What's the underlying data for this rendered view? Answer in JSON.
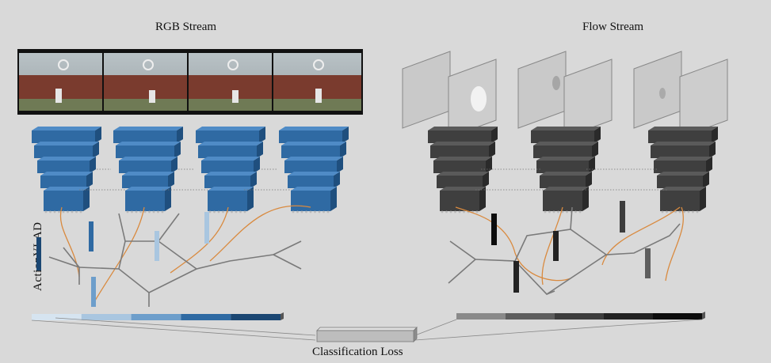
{
  "rgb_stream": {
    "title": "RGB Stream",
    "color_dark": "#1f4f7e",
    "color_mid": "#2f6aa3",
    "color_light": "#4f8bc6",
    "frame_count": 4,
    "network_count": 4,
    "descriptor_bar_colors": [
      "#d6e4f0",
      "#a9c6e0",
      "#6d9ecb",
      "#2f6aa3",
      "#1b4773"
    ]
  },
  "flow_stream": {
    "title": "Flow Stream",
    "color_dark": "#2a2a2a",
    "color_mid": "#3f3f3f",
    "color_light": "#5a5a5a",
    "flow_pair_count": 3,
    "network_count": 3,
    "descriptor_bar_colors": [
      "#8a8a8a",
      "#5e5e5e",
      "#3d3d3d",
      "#222222",
      "#0d0d0d"
    ]
  },
  "actionvlad_label": "ActionVLAD",
  "classification_loss_label": "Classification Loss",
  "colors": {
    "background": "#d9d9d9",
    "curve": "#d98a3f",
    "graph_line": "#7a7a7a",
    "dotted_link": "#777777"
  }
}
